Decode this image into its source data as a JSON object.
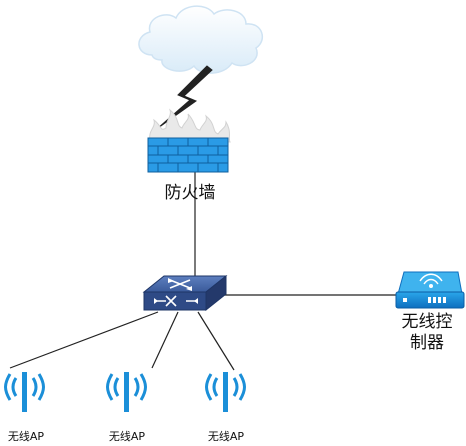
{
  "nodes": {
    "firewall": {
      "label": "防火墙"
    },
    "wireless_controller": {
      "label_line1": "无线控",
      "label_line2": "制器"
    },
    "access_points": [
      {
        "label": "无线AP"
      },
      {
        "label": "无线AP"
      },
      {
        "label": "无线AP"
      }
    ]
  },
  "colors": {
    "link": "#222222",
    "device_blue": "#1a8fd6",
    "firewall_blue": "#1d86d0",
    "switch_navy": "#2f4c8a",
    "cloud": "#e6f2fb"
  },
  "icons": [
    "cloud-icon",
    "lightning-icon",
    "firewall-icon",
    "switch-icon",
    "wireless-controller-icon",
    "access-point-icon"
  ]
}
